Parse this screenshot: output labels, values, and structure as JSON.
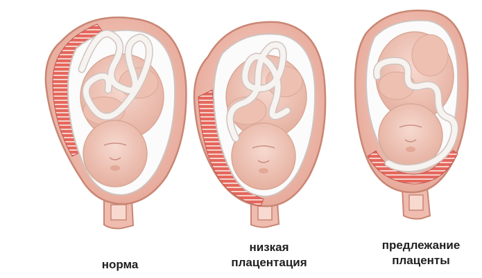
{
  "captions": {
    "normal": {
      "lines": [
        "норма"
      ]
    },
    "low": {
      "lines": [
        "низкая",
        "плацентация"
      ]
    },
    "previa": {
      "lines": [
        "предлежание",
        "плаценты"
      ]
    }
  },
  "colors": {
    "background": "#ffffff",
    "uterus_wall": "#f2c3b7",
    "uterus_outline": "#c98674",
    "placenta": "#e5675d",
    "placenta_stripe": "#f6d2cb",
    "amniotic_sac": "#fbfbfb",
    "fetus": "#f1c8bb",
    "fetus_shadow": "#d9a796",
    "cord": "#f6f3f1",
    "cord_outline": "#cfc3bf",
    "caption_text": "#1f1f1f"
  },
  "icons": [
    "uterus-normal-icon",
    "uterus-low-placentation-icon",
    "uterus-placenta-previa-icon"
  ]
}
